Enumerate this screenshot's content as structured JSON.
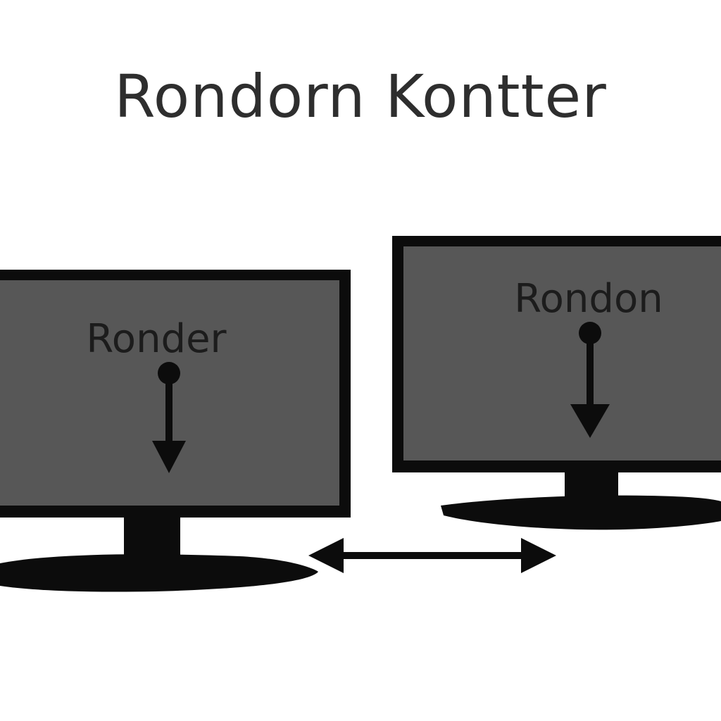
{
  "title": "Rondorn Kontter",
  "monitors": [
    {
      "screen_label": "Ronder"
    },
    {
      "screen_label": "Rondon"
    }
  ],
  "colors": {
    "screen": "#575757",
    "frame": "#0c0c0c",
    "background": "#ffffff",
    "title_text": "#2e2e2e"
  },
  "icons": {
    "screen_arrow": "down-arrow-icon",
    "link_arrow": "double-headed-arrow-icon"
  }
}
